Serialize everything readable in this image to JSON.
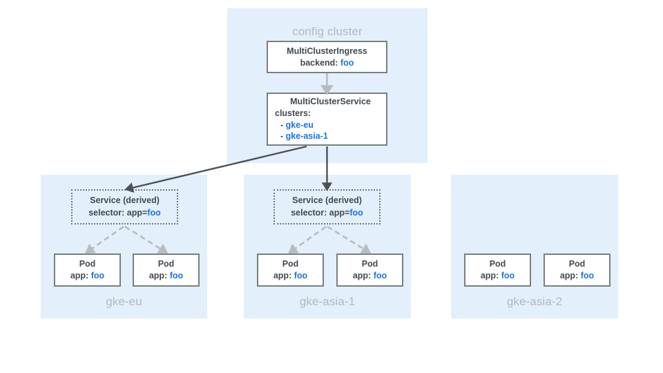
{
  "diagram": {
    "config_cluster": {
      "label": "config cluster",
      "mci": {
        "title": "MultiClusterIngress",
        "field_label": "backend:",
        "field_value": "foo"
      },
      "mcs": {
        "title": "MultiClusterService",
        "field_label": "clusters:",
        "items": [
          {
            "bullet": "-",
            "value": "gke-eu"
          },
          {
            "bullet": "-",
            "value": "gke-asia-1"
          }
        ]
      }
    },
    "clusters": [
      {
        "name": "gke-eu",
        "has_service": true,
        "service": {
          "title": "Service (derived)",
          "field_label": "selector: app=",
          "field_value": "foo"
        },
        "pods": [
          {
            "title": "Pod",
            "field_label": "app:",
            "field_value": "foo"
          },
          {
            "title": "Pod",
            "field_label": "app:",
            "field_value": "foo"
          }
        ]
      },
      {
        "name": "gke-asia-1",
        "has_service": true,
        "service": {
          "title": "Service (derived)",
          "field_label": "selector: app=",
          "field_value": "foo"
        },
        "pods": [
          {
            "title": "Pod",
            "field_label": "app:",
            "field_value": "foo"
          },
          {
            "title": "Pod",
            "field_label": "app:",
            "field_value": "foo"
          }
        ]
      },
      {
        "name": "gke-asia-2",
        "has_service": false,
        "service": null,
        "pods": [
          {
            "title": "Pod",
            "field_label": "app:",
            "field_value": "foo"
          },
          {
            "title": "Pod",
            "field_label": "app:",
            "field_value": "foo"
          }
        ]
      }
    ],
    "colors": {
      "panel_fill": "#e3effb",
      "panel_label": "#b3b9bf",
      "box_border": "#78807f",
      "box_fill": "#ffffff",
      "text": "#414a51",
      "accent_value": "#1a73e8",
      "arrow_dark": "#4b5154",
      "arrow_light": "#b6bcc1",
      "arrow_dashed": "#b6bcc1",
      "background": "#ffffff"
    }
  }
}
